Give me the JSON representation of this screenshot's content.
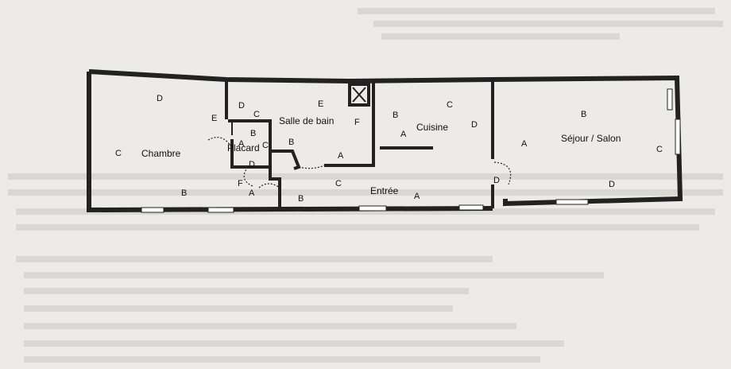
{
  "rooms": {
    "chambre": "Chambre",
    "placard": "Placard",
    "salle_de_bain": "Salle de bain",
    "cuisine": "Cuisine",
    "entree": "Entrée",
    "sejour": "Séjour / Salon"
  },
  "walls": {
    "chambre": {
      "top": "D",
      "left": "C",
      "bottom": "B",
      "right": "E"
    },
    "placard": {
      "top": "B",
      "left": "A",
      "right": "C",
      "bottom": "D"
    },
    "salle_de_bain": {
      "top_left": "D",
      "left": "C",
      "top": "E",
      "right": "F",
      "bottom_left": "B",
      "bottom": "A"
    },
    "cuisine": {
      "left": "B",
      "top": "C",
      "right": "D",
      "bottom": "A"
    },
    "entree": {
      "left": "F",
      "left_bottom": "A",
      "top": "C",
      "bottom_left": "B",
      "bottom_right": "A"
    },
    "sejour": {
      "top": "B",
      "left": "A",
      "right": "C",
      "bottom": "D",
      "door": "D"
    }
  },
  "colors": {
    "background": "#ecebe7",
    "walls": "#222222",
    "ghost_text": "#d9d8d3"
  },
  "icons": {
    "ventilation_shaft": "crossed-square-icon"
  }
}
